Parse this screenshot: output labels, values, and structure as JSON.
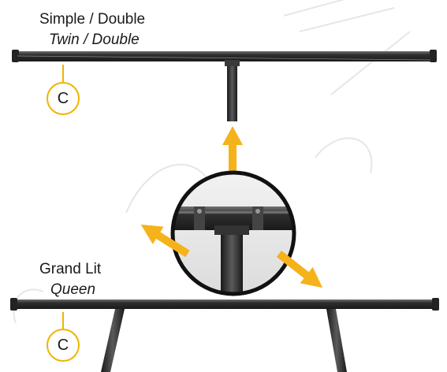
{
  "top_section": {
    "title": "Simple / Double",
    "subtitle": "Twin / Double",
    "part_badge": "C"
  },
  "bottom_section": {
    "title": "Grand Lit",
    "subtitle": "Queen",
    "part_badge": "C"
  },
  "colors": {
    "frame_metal": "#2e2e2e",
    "frame_highlight": "#6a6a6a",
    "arrow": "#f5b21a",
    "badge_ring": "#f0b400",
    "watermark": "#e6e6e6"
  },
  "icons": [
    "arrow-up-icon",
    "arrow-down-left-icon",
    "arrow-down-right-icon",
    "magnifier-detail-icon"
  ]
}
